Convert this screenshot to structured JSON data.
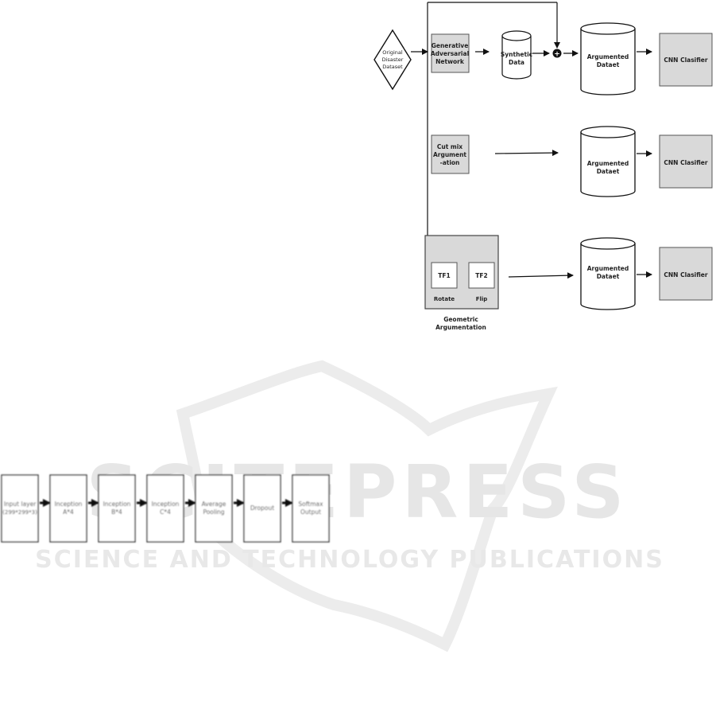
{
  "watermark": {
    "brand": "SCITEPRESS",
    "tagline": "SCIENCE AND TECHNOLOGY PUBLICATIONS"
  },
  "augmentation_diagram": {
    "input": [
      "Original",
      "Disaster",
      "Dataset"
    ],
    "gan": [
      "Generative",
      "Adversarial",
      "Network"
    ],
    "synthetic": [
      "Synthetic",
      "Data"
    ],
    "cutmix": [
      "Cut mix",
      "Argument",
      "-ation"
    ],
    "geometric": {
      "tf1": "TF1",
      "tf2": "TF2",
      "rotate": "Rotate",
      "flip": "Flip",
      "caption": [
        "Geometric",
        "Argumentation"
      ]
    },
    "dataset": [
      "Argumented",
      "Dataet"
    ],
    "classifier": "CNN Clasifier",
    "combine_symbol": "+"
  },
  "inception_pipeline": {
    "blocks": [
      [
        "Input layer",
        "(299*299*3)"
      ],
      [
        "Inception",
        "A*4"
      ],
      [
        "Inception",
        "B*4"
      ],
      [
        "Inception",
        "C*4"
      ],
      [
        "Average",
        "Pooling"
      ],
      [
        "Dropout"
      ],
      [
        "Softmax",
        "Output"
      ]
    ]
  }
}
